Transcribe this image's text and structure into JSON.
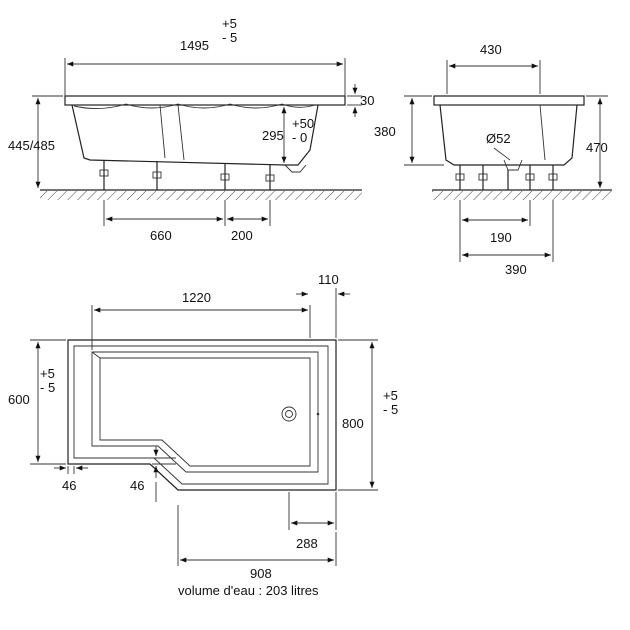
{
  "side_view": {
    "length": "1495",
    "length_tol_plus": "+5",
    "length_tol_minus": "- 5",
    "rim": "30",
    "height": "445/485",
    "depth": "295",
    "depth_tol_plus": "+50",
    "depth_tol_minus": "- 0",
    "feet_spacing_1": "660",
    "feet_spacing_2": "200"
  },
  "end_view": {
    "width": "430",
    "inner_depth": "380",
    "outer_height": "470",
    "drain_diameter": "Ø52",
    "feet_spacing_inner": "190",
    "feet_spacing_outer": "390"
  },
  "plan_view": {
    "top_length": "1220",
    "offset": "110",
    "left_width": "600",
    "left_tol_plus": "+5",
    "left_tol_minus": "- 5",
    "right_width": "800",
    "right_tol_plus": "+5",
    "right_tol_minus": "- 5",
    "left_rim": "46",
    "bottom_rim": "46",
    "drain_offset": "288",
    "bottom_length": "908"
  },
  "volume_label": "volume d'eau : 203 litres"
}
